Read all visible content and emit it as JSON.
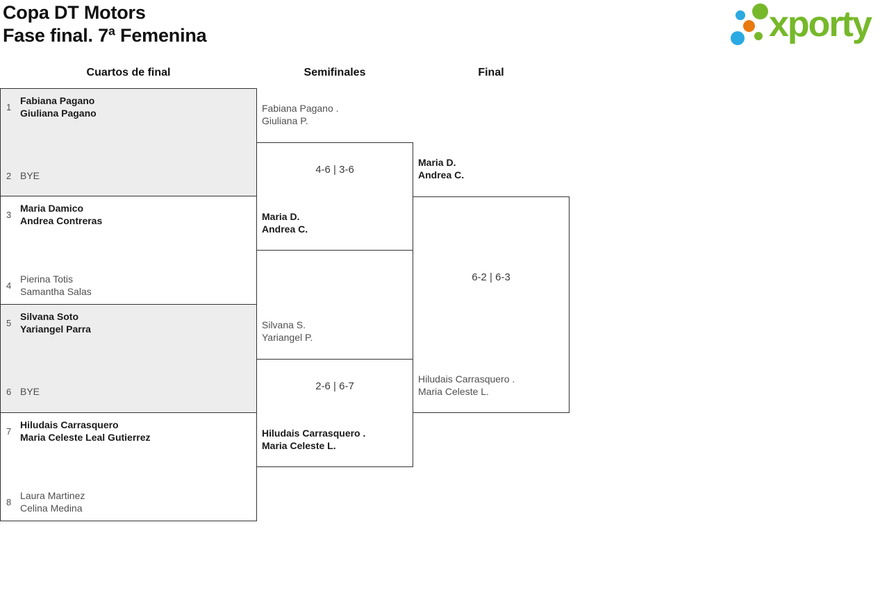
{
  "header": {
    "title_line1": "Copa DT Motors",
    "title_line2": "Fase final. 7ª Femenina"
  },
  "logo": {
    "wordmark": "xporty"
  },
  "round_headers": {
    "quarterfinals": "Cuartos de final",
    "semifinals": "Semifinales",
    "final": "Final"
  },
  "quarterfinals": [
    {
      "seed_top": "1",
      "team_top": [
        "Fabiana Pagano",
        "Giuliana Pagano"
      ],
      "seed_bottom": "2",
      "team_bottom": [
        "BYE",
        ""
      ]
    },
    {
      "seed_top": "3",
      "team_top": [
        "Maria Damico",
        "Andrea Contreras"
      ],
      "seed_bottom": "4",
      "team_bottom": [
        "Pierina Totis",
        "Samantha Salas"
      ]
    },
    {
      "seed_top": "5",
      "team_top": [
        "Silvana Soto",
        "Yariangel Parra"
      ],
      "seed_bottom": "6",
      "team_bottom": [
        "BYE",
        ""
      ]
    },
    {
      "seed_top": "7",
      "team_top": [
        "Hiludais Carrasquero",
        "Maria Celeste Leal Gutierrez"
      ],
      "seed_bottom": "8",
      "team_bottom": [
        "Laura Martinez",
        "Celina Medina"
      ]
    }
  ],
  "semifinals": [
    {
      "team_top": [
        "Fabiana Pagano .",
        "Giuliana P."
      ],
      "score": "4-6 | 3-6",
      "team_bottom": [
        "Maria D.",
        "Andrea C."
      ]
    },
    {
      "team_top": [
        "Silvana S.",
        "Yariangel P."
      ],
      "score": "2-6 | 6-7",
      "team_bottom": [
        "Hiludais Carrasquero .",
        "Maria Celeste L."
      ]
    }
  ],
  "final": {
    "team_top": [
      "Maria D.",
      "Andrea C."
    ],
    "score": "6-2 | 6-3",
    "team_bottom": [
      "Hiludais Carrasquero .",
      "Maria Celeste L."
    ]
  },
  "colors": {
    "logo_green": "#76b82a",
    "logo_blue": "#2ba9e1",
    "logo_orange": "#e87a10",
    "bracket_border": "#333333",
    "bye_match_background": "#ededed",
    "winner_text": "#1a1a1a",
    "muted_text": "#4f4f4f"
  }
}
